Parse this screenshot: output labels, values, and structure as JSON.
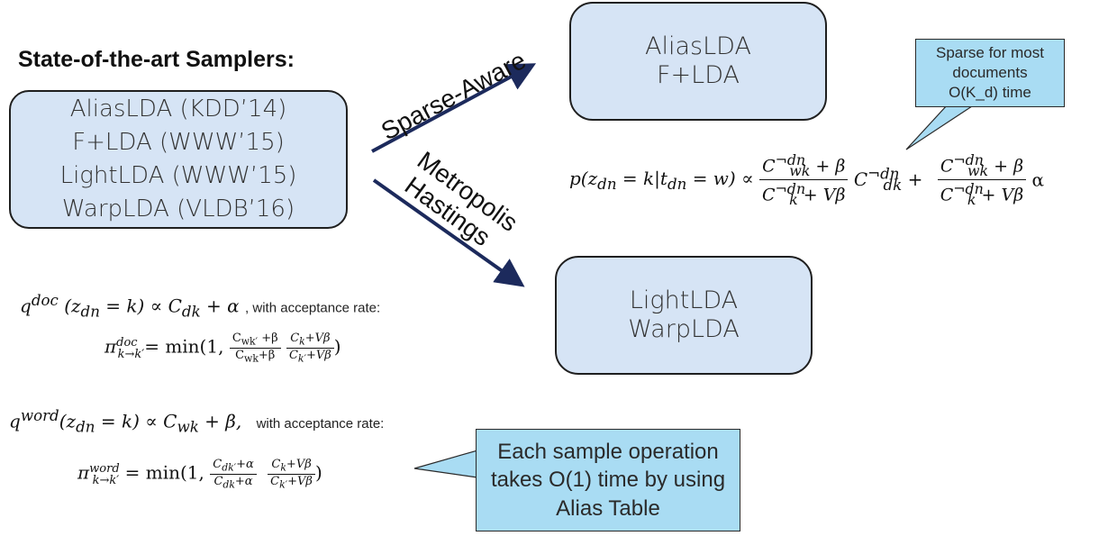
{
  "title": "State-of-the-art Samplers:",
  "samplers": [
    "AliasLDA (KDD’14)",
    "F+LDA (WWW’15)",
    "LightLDA (WWW’15)",
    "WarpLDA (VLDB’16)"
  ],
  "arrow_labels": {
    "sparse_aware": "Sparse-Aware",
    "mh_line1": "Metropolis",
    "mh_line2": "Hastings"
  },
  "sparse_box": [
    "AliasLDA",
    "F+LDA"
  ],
  "mh_box": [
    "LightLDA",
    "WarpLDA"
  ],
  "callout_sparse": [
    "Sparse for most",
    "documents",
    "O(K_d) time"
  ],
  "callout_alias": [
    "Each sample operation",
    "takes O(1) time by using",
    "Alias Table"
  ],
  "acceptance_label": ", with acceptance rate:",
  "acceptance_label_word": "with acceptance rate:",
  "colors": {
    "box_fill": "#d6e4f5",
    "callout_fill": "#a9dcf3",
    "arrow": "#1c2a5c"
  }
}
